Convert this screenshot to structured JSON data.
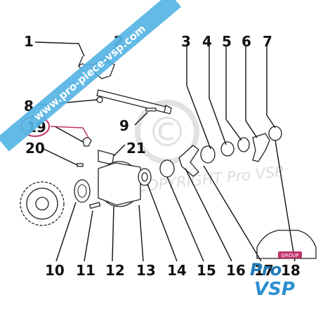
{
  "callouts": [
    {
      "id": "1",
      "label": "1"
    },
    {
      "id": "2",
      "label": "2"
    },
    {
      "id": "3",
      "label": "3"
    },
    {
      "id": "4",
      "label": "4"
    },
    {
      "id": "5",
      "label": "5"
    },
    {
      "id": "6",
      "label": "6"
    },
    {
      "id": "7",
      "label": "7"
    },
    {
      "id": "8",
      "label": "8"
    },
    {
      "id": "9",
      "label": "9"
    },
    {
      "id": "10",
      "label": "10"
    },
    {
      "id": "11",
      "label": "11"
    },
    {
      "id": "12",
      "label": "12"
    },
    {
      "id": "13",
      "label": "13"
    },
    {
      "id": "14",
      "label": "14"
    },
    {
      "id": "15",
      "label": "15"
    },
    {
      "id": "16",
      "label": "16"
    },
    {
      "id": "17",
      "label": "17"
    },
    {
      "id": "18",
      "label": "18"
    },
    {
      "id": "19",
      "label": "19"
    },
    {
      "id": "20",
      "label": "20"
    },
    {
      "id": "21",
      "label": "21"
    }
  ],
  "highlighted_callout": "19",
  "highlight_color": "#c0306a",
  "banner": {
    "text": "www.pro-piece-vsp.com",
    "color": "#56b4e4"
  },
  "watermark": {
    "symbol": "©",
    "text": "COPYRIGHT Pro VSP"
  },
  "logo": {
    "line1": "Pro",
    "line2": "VSP",
    "badge": "GROUP",
    "brand_color": "#2a8fd0",
    "badge_color": "#c0306a"
  }
}
